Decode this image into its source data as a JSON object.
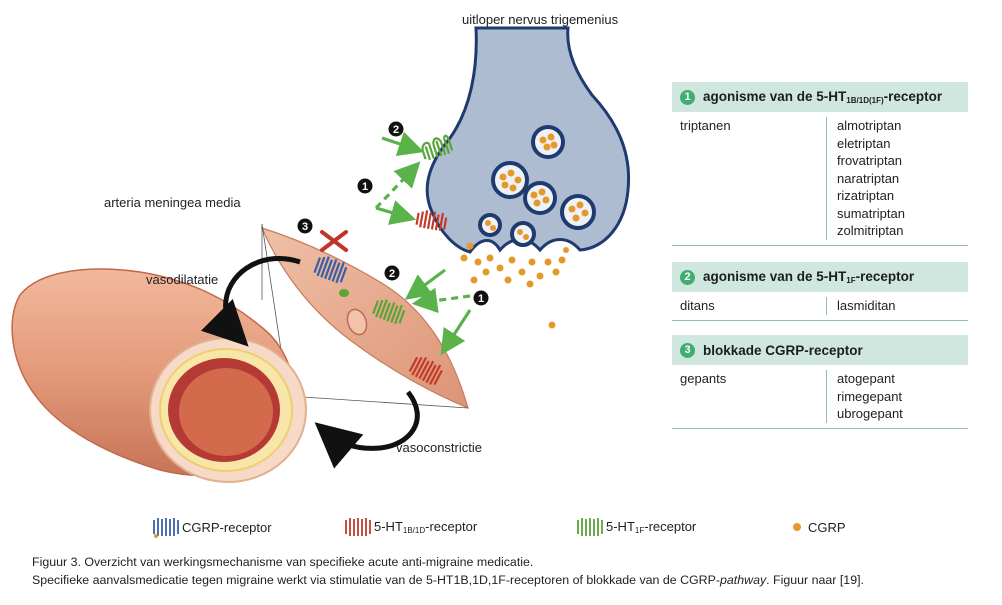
{
  "labels": {
    "nerve": "uitloper nervus trigemenius",
    "artery": "arteria meningea media",
    "vasodilation": "vasodilatatie",
    "vasoconstriction": "vasoconstrictie"
  },
  "markers": {
    "m1": "1",
    "m2": "2",
    "m3": "3"
  },
  "tables": [
    {
      "num": "1",
      "title_pre": "agonisme van de 5-HT",
      "title_sub": "1B/1D(1F)",
      "title_post": "-receptor",
      "class": "triptanen",
      "drugs": [
        "almotriptan",
        "eletriptan",
        "frovatriptan",
        "naratriptan",
        "rizatriptan",
        "sumatriptan",
        "zolmitriptan"
      ]
    },
    {
      "num": "2",
      "title_pre": "agonisme van de 5-HT",
      "title_sub": "1F",
      "title_post": "-receptor",
      "class": "ditans",
      "drugs": [
        "lasmiditan"
      ]
    },
    {
      "num": "3",
      "title_pre": "blokkade CGRP-receptor",
      "title_sub": "",
      "title_post": "",
      "class": "gepants",
      "drugs": [
        "atogepant",
        "rimegepant",
        "ubrogepant"
      ]
    }
  ],
  "legend": {
    "cgrp_receptor": "CGRP-receptor",
    "ht1bd_pre": "5-HT",
    "ht1bd_sub": "1B/1D",
    "ht1bd_post": "-receptor",
    "ht1f_pre": "5-HT",
    "ht1f_sub": "1F",
    "ht1f_post": "-receptor",
    "cgrp": "CGRP"
  },
  "caption": {
    "line1": "Figuur 3. Overzicht van werkingsmechanisme van specifieke acute anti-migraine medicatie.",
    "line2_pre": "Specifieke aanvalsmedicatie tegen migraine werkt via stimulatie van de 5-HT1B,1D,1F-receptoren of blokkade van de CGRP-",
    "line2_em": "pathway",
    "line2_post": ". Figuur naar [19]."
  },
  "colors": {
    "nerve": "#aebcd2",
    "nerve_edge": "#1f3a6e",
    "vesicle": "#1f3a6e",
    "cgrp": "#e49a2a",
    "arrow": "#59b34a",
    "muscle": "#e7a98b",
    "vessel": "#d9896a",
    "lumen": "#c8553f",
    "table_head": "#cfe7de",
    "badge": "#3fae6f",
    "cross": "#c0342a",
    "ht1bd_receptor": "#c23b2b",
    "ht1f_receptor": "#5aa43a",
    "cgrp_receptor": "#3a5fa8"
  }
}
